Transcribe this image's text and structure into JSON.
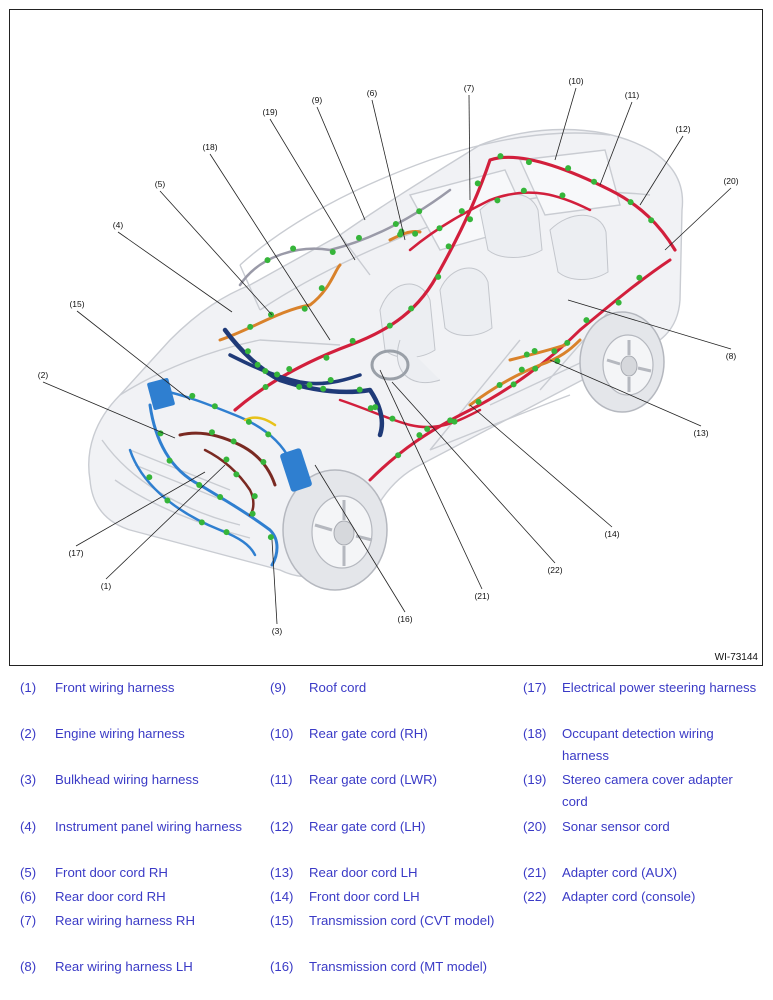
{
  "figure": {
    "id_label": "WI-73144",
    "callouts": [
      "(1)",
      "(2)",
      "(3)",
      "(4)",
      "(5)",
      "(6)",
      "(7)",
      "(8)",
      "(9)",
      "(10)",
      "(11)",
      "(12)",
      "(13)",
      "(14)",
      "(15)",
      "(16)",
      "(17)",
      "(18)",
      "(19)",
      "(20)",
      "(21)",
      "(22)"
    ],
    "harness_colors": {
      "front": "#2f7fd0",
      "engine": "#7a2a22",
      "bulkhead": "#1f3a78",
      "rear": "#d21f3c",
      "door": "#d9822b",
      "connector": "#36b53a",
      "roof": "#9a9aa8",
      "accent": "#e8c21a"
    }
  },
  "legend": [
    {
      "num": "(1)",
      "label": "Front wiring harness"
    },
    {
      "num": "(2)",
      "label": "Engine wiring harness"
    },
    {
      "num": "(3)",
      "label": "Bulkhead wiring harness"
    },
    {
      "num": "(4)",
      "label": "Instrument panel wiring harness"
    },
    {
      "num": "(5)",
      "label": "Front door cord RH"
    },
    {
      "num": "(6)",
      "label": "Rear door cord RH"
    },
    {
      "num": "(7)",
      "label": "Rear wiring harness RH"
    },
    {
      "num": "(8)",
      "label": "Rear wiring harness LH"
    },
    {
      "num": "(9)",
      "label": "Roof cord"
    },
    {
      "num": "(10)",
      "label": "Rear gate cord (RH)"
    },
    {
      "num": "(11)",
      "label": "Rear gate cord (LWR)"
    },
    {
      "num": "(12)",
      "label": "Rear gate cord (LH)"
    },
    {
      "num": "(13)",
      "label": "Rear door cord LH"
    },
    {
      "num": "(14)",
      "label": "Front door cord LH"
    },
    {
      "num": "(15)",
      "label": "Transmission cord (CVT model)"
    },
    {
      "num": "(16)",
      "label": "Transmission cord (MT model)"
    },
    {
      "num": "(17)",
      "label": "Electrical power steering harness"
    },
    {
      "num": "(18)",
      "label": "Occupant detection wiring harness"
    },
    {
      "num": "(19)",
      "label": "Stereo camera cover adapter cord"
    },
    {
      "num": "(20)",
      "label": "Sonar sensor cord"
    },
    {
      "num": "(21)",
      "label": "Adapter cord (AUX)"
    },
    {
      "num": "(22)",
      "label": "Adapter cord (console)"
    }
  ]
}
